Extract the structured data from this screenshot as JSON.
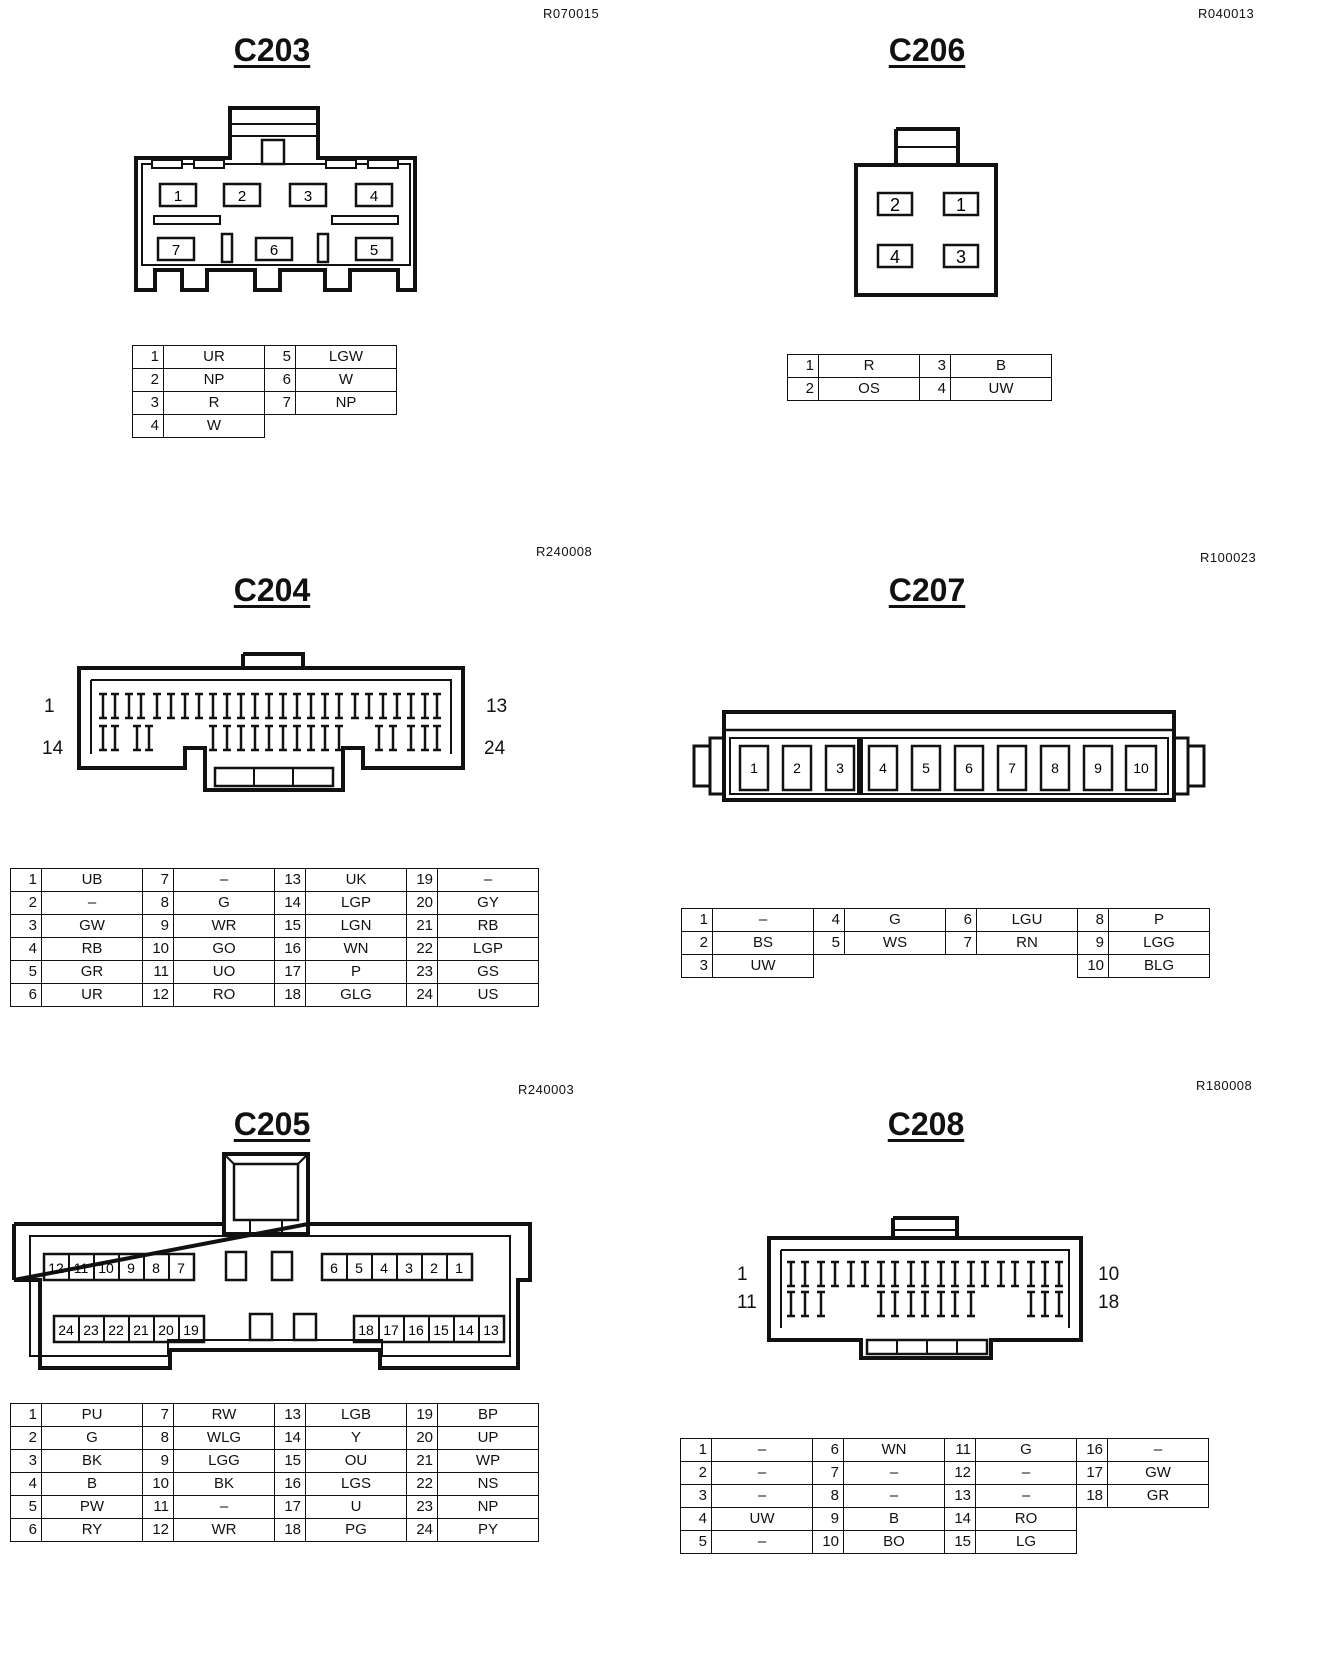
{
  "connectors": {
    "c203": {
      "ref": "R070015",
      "title": "C203",
      "pins": [
        {
          "pin": "1",
          "color": "UR"
        },
        {
          "pin": "2",
          "color": "NP"
        },
        {
          "pin": "3",
          "color": "R"
        },
        {
          "pin": "4",
          "color": "W"
        },
        {
          "pin": "5",
          "color": "LGW"
        },
        {
          "pin": "6",
          "color": "W"
        },
        {
          "pin": "7",
          "color": "NP"
        }
      ]
    },
    "c206": {
      "ref": "R040013",
      "title": "C206",
      "pins": [
        {
          "pin": "1",
          "color": "R"
        },
        {
          "pin": "2",
          "color": "OS"
        },
        {
          "pin": "3",
          "color": "B"
        },
        {
          "pin": "4",
          "color": "UW"
        }
      ]
    },
    "c204": {
      "ref": "R240008",
      "title": "C204",
      "side_labels": {
        "top_left": "1",
        "top_right": "13",
        "bottom_left": "14",
        "bottom_right": "24"
      },
      "pins": [
        {
          "pin": "1",
          "color": "UB"
        },
        {
          "pin": "2",
          "color": "–"
        },
        {
          "pin": "3",
          "color": "GW"
        },
        {
          "pin": "4",
          "color": "RB"
        },
        {
          "pin": "5",
          "color": "GR"
        },
        {
          "pin": "6",
          "color": "UR"
        },
        {
          "pin": "7",
          "color": "–"
        },
        {
          "pin": "8",
          "color": "G"
        },
        {
          "pin": "9",
          "color": "WR"
        },
        {
          "pin": "10",
          "color": "GO"
        },
        {
          "pin": "11",
          "color": "UO"
        },
        {
          "pin": "12",
          "color": "RO"
        },
        {
          "pin": "13",
          "color": "UK"
        },
        {
          "pin": "14",
          "color": "LGP"
        },
        {
          "pin": "15",
          "color": "LGN"
        },
        {
          "pin": "16",
          "color": "WN"
        },
        {
          "pin": "17",
          "color": "P"
        },
        {
          "pin": "18",
          "color": "GLG"
        },
        {
          "pin": "19",
          "color": "–"
        },
        {
          "pin": "20",
          "color": "GY"
        },
        {
          "pin": "21",
          "color": "RB"
        },
        {
          "pin": "22",
          "color": "LGP"
        },
        {
          "pin": "23",
          "color": "GS"
        },
        {
          "pin": "24",
          "color": "US"
        }
      ]
    },
    "c207": {
      "ref": "R100023",
      "title": "C207",
      "pins": [
        {
          "pin": "1",
          "color": "–"
        },
        {
          "pin": "2",
          "color": "BS"
        },
        {
          "pin": "3",
          "color": "UW"
        },
        {
          "pin": "4",
          "color": "G"
        },
        {
          "pin": "5",
          "color": "WS"
        },
        {
          "pin": "6",
          "color": "LGU"
        },
        {
          "pin": "7",
          "color": "RN"
        },
        {
          "pin": "8",
          "color": "P"
        },
        {
          "pin": "9",
          "color": "LGG"
        },
        {
          "pin": "10",
          "color": "BLG"
        }
      ]
    },
    "c205": {
      "ref": "R240003",
      "title": "C205",
      "pins": [
        {
          "pin": "1",
          "color": "PU"
        },
        {
          "pin": "2",
          "color": "G"
        },
        {
          "pin": "3",
          "color": "BK"
        },
        {
          "pin": "4",
          "color": "B"
        },
        {
          "pin": "5",
          "color": "PW"
        },
        {
          "pin": "6",
          "color": "RY"
        },
        {
          "pin": "7",
          "color": "RW"
        },
        {
          "pin": "8",
          "color": "WLG"
        },
        {
          "pin": "9",
          "color": "LGG"
        },
        {
          "pin": "10",
          "color": "BK"
        },
        {
          "pin": "11",
          "color": "–"
        },
        {
          "pin": "12",
          "color": "WR"
        },
        {
          "pin": "13",
          "color": "LGB"
        },
        {
          "pin": "14",
          "color": "Y"
        },
        {
          "pin": "15",
          "color": "OU"
        },
        {
          "pin": "16",
          "color": "LGS"
        },
        {
          "pin": "17",
          "color": "U"
        },
        {
          "pin": "18",
          "color": "PG"
        },
        {
          "pin": "19",
          "color": "BP"
        },
        {
          "pin": "20",
          "color": "UP"
        },
        {
          "pin": "21",
          "color": "WP"
        },
        {
          "pin": "22",
          "color": "NS"
        },
        {
          "pin": "23",
          "color": "NP"
        },
        {
          "pin": "24",
          "color": "PY"
        }
      ]
    },
    "c208": {
      "ref": "R180008",
      "title": "C208",
      "side_labels": {
        "top_left": "1",
        "top_right": "10",
        "bottom_left": "11",
        "bottom_right": "18"
      },
      "pins": [
        {
          "pin": "1",
          "color": "–"
        },
        {
          "pin": "2",
          "color": "–"
        },
        {
          "pin": "3",
          "color": "–"
        },
        {
          "pin": "4",
          "color": "UW"
        },
        {
          "pin": "5",
          "color": "–"
        },
        {
          "pin": "6",
          "color": "WN"
        },
        {
          "pin": "7",
          "color": "–"
        },
        {
          "pin": "8",
          "color": "–"
        },
        {
          "pin": "9",
          "color": "B"
        },
        {
          "pin": "10",
          "color": "BO"
        },
        {
          "pin": "11",
          "color": "G"
        },
        {
          "pin": "12",
          "color": "–"
        },
        {
          "pin": "13",
          "color": "–"
        },
        {
          "pin": "14",
          "color": "RO"
        },
        {
          "pin": "15",
          "color": "LG"
        },
        {
          "pin": "16",
          "color": "–"
        },
        {
          "pin": "17",
          "color": "GW"
        },
        {
          "pin": "18",
          "color": "GR"
        }
      ]
    }
  }
}
